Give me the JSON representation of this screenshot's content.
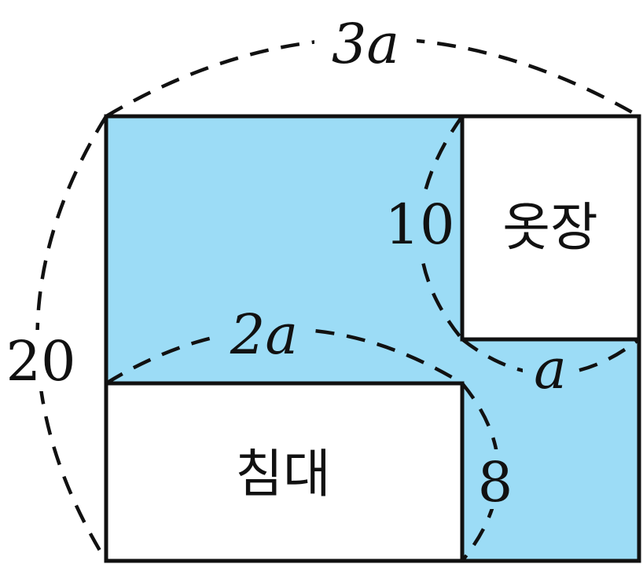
{
  "colors": {
    "fill": "#9cdcf6",
    "furniture": "#ffffff",
    "stroke": "#111111"
  },
  "labels": {
    "top_span": "3a",
    "left_span": "20",
    "upper_inner": "10",
    "middle_span": "2a",
    "right_span": "a",
    "lower_inner": "8",
    "wardrobe": "옷장",
    "bed": "침대"
  }
}
